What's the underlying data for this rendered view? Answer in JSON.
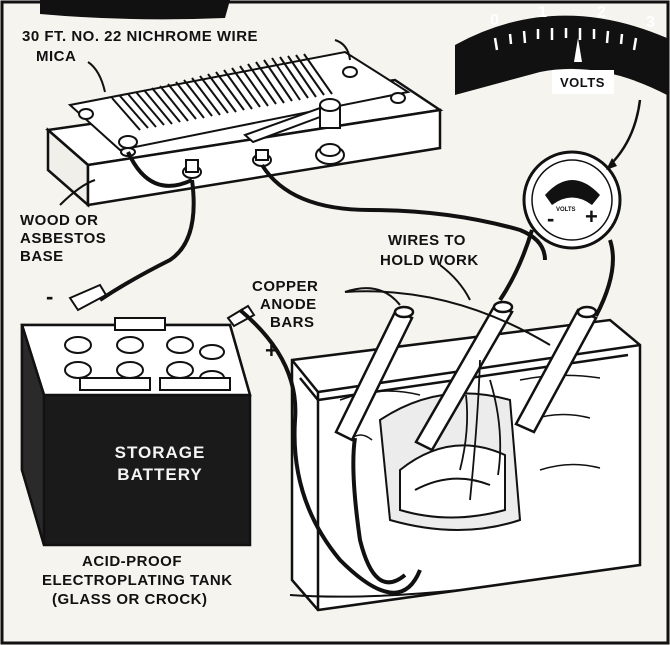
{
  "labels": {
    "nichrome_wire": "30 FT. NO. 22 NICHROME WIRE",
    "mica": "MICA",
    "base_line1": "WOOD OR",
    "base_line2": "ASBESTOS",
    "base_line3": "BASE",
    "wires_line1": "WIRES TO",
    "wires_line2": "HOLD WORK",
    "anode_line1": "COPPER",
    "anode_line2": "ANODE",
    "anode_line3": "BARS",
    "battery_line1": "STORAGE",
    "battery_line2": "BATTERY",
    "tank_line1": "ACID-PROOF",
    "tank_line2": "ELECTROPLATING TANK",
    "tank_line3": "(GLASS OR CROCK)",
    "volts": "VOLTS",
    "minus": "-",
    "plus": "+",
    "meter_minus": "-",
    "meter_plus": "+"
  },
  "meter": {
    "scale": [
      "0",
      "1",
      "2",
      "3"
    ],
    "small_label": "VOLTS"
  },
  "colors": {
    "ink": "#111111",
    "paper": "#f6f4ee",
    "battery": "#1a1a1a"
  }
}
